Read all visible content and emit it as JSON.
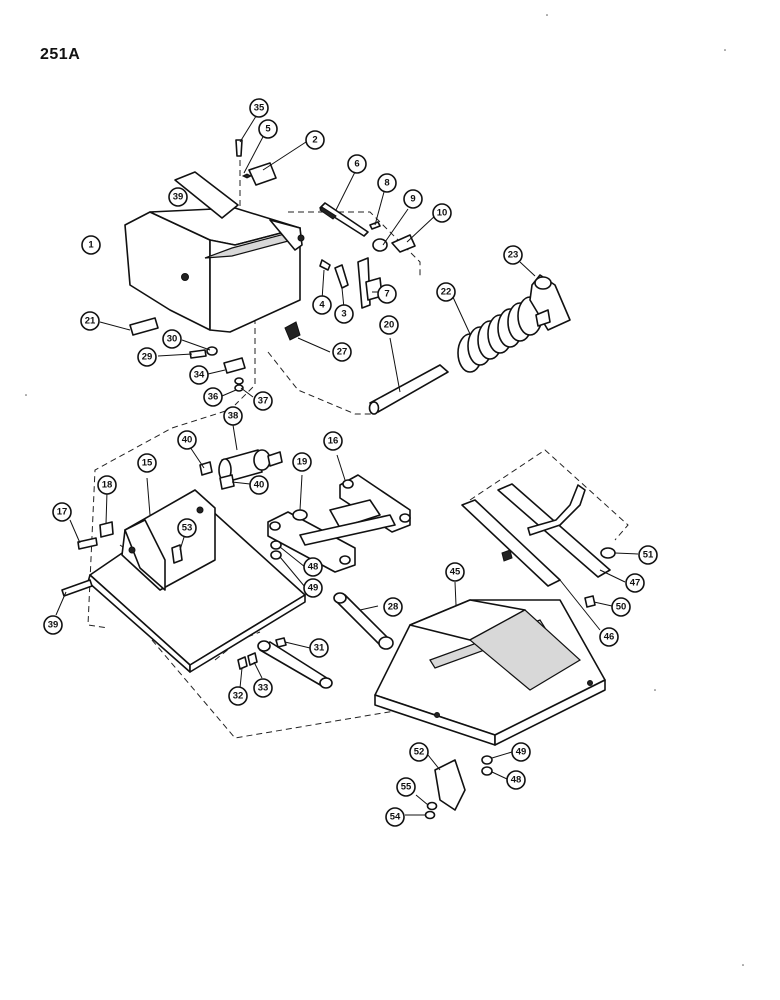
{
  "title": "251A",
  "callouts": [
    "1",
    "2",
    "3",
    "4",
    "5",
    "6",
    "7",
    "8",
    "9",
    "10",
    "15",
    "16",
    "17",
    "18",
    "19",
    "20",
    "21",
    "22",
    "23",
    "27",
    "28",
    "29",
    "30",
    "31",
    "32",
    "33",
    "34",
    "35",
    "36",
    "37",
    "38",
    "39",
    "39",
    "40",
    "40",
    "45",
    "46",
    "47",
    "48",
    "48",
    "49",
    "49",
    "50",
    "51",
    "52",
    "53",
    "54",
    "55"
  ]
}
